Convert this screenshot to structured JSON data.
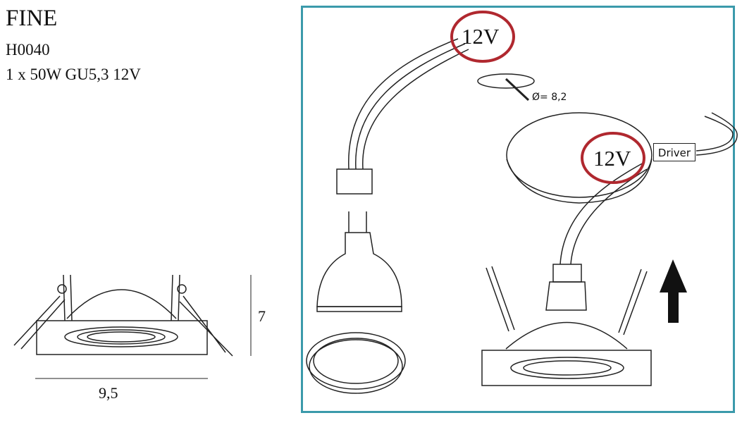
{
  "product": {
    "name": "FINE",
    "code": "H0040",
    "spec": "1 x 50W GU5,3 12V"
  },
  "dimensions": {
    "height": "7",
    "width": "9,5"
  },
  "installation": {
    "voltage_label_top": "12V",
    "voltage_label_driver": "12V",
    "cutout_diameter": "Ø= 8,2",
    "driver_label": "Driver"
  },
  "colors": {
    "frame": "#3b9aab",
    "highlight": "#b0282f"
  }
}
